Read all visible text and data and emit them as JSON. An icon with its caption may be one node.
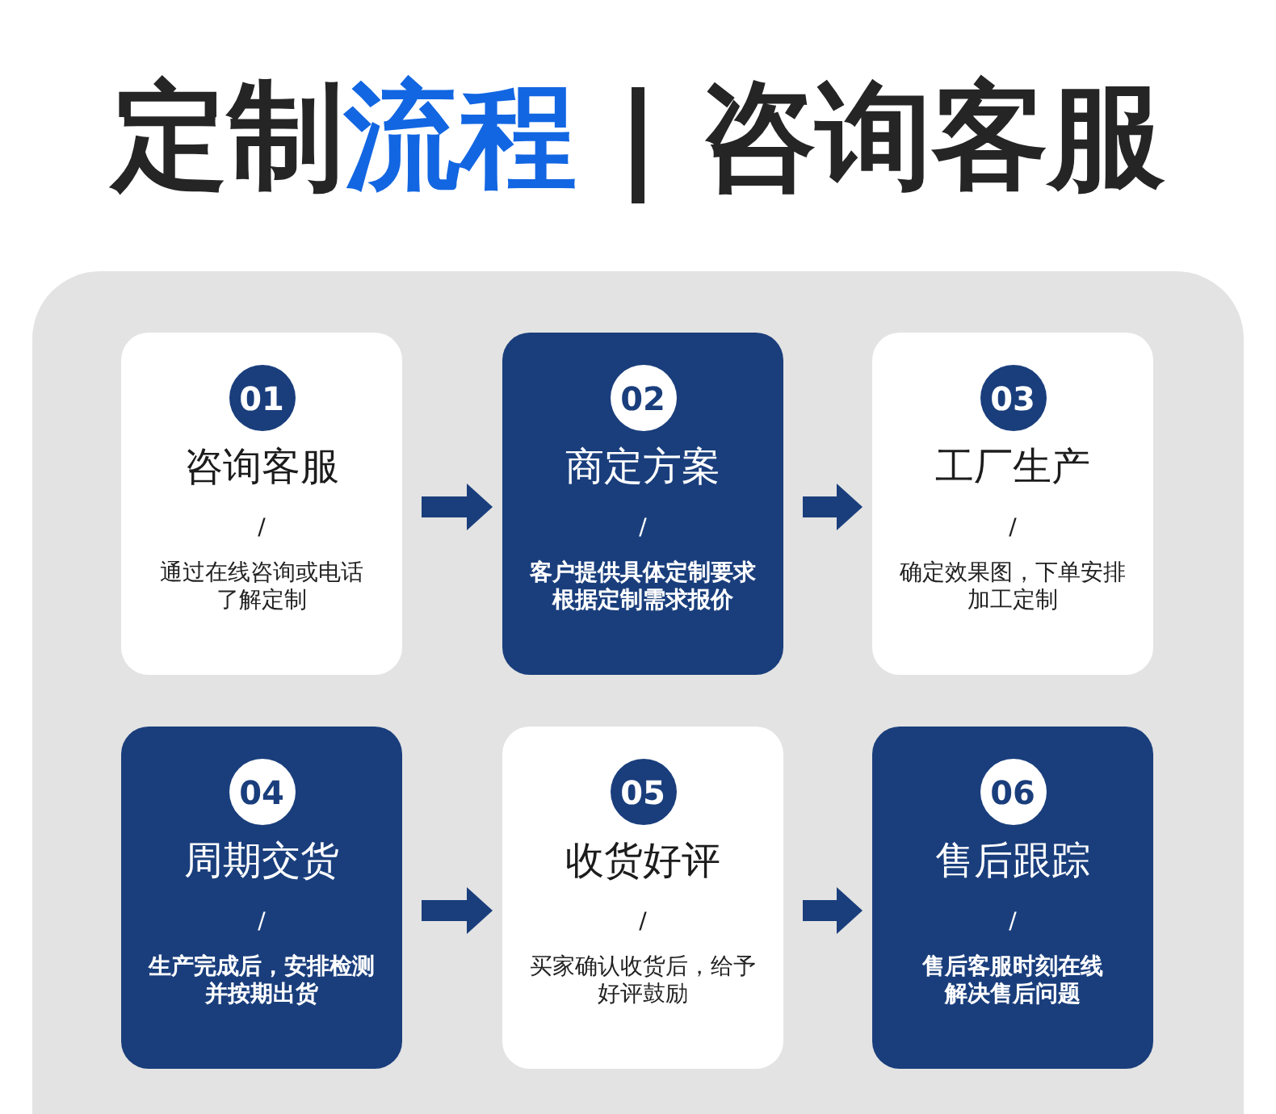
{
  "diagram": {
    "title": "定制**流程** | 咨询客服",
    "nodes": [
      {
        "text": [
          "咨询客服",
          "/",
          "通过在线咨询或电话了解定制"
        ]
      },
      {
        "text": [
          "01"
        ],
        "in": 0
      },
      {
        "text": [
          "商定方案",
          "/",
          "客户提供具体定制要求根据定制需求报价"
        ]
      },
      {
        "text": [
          "02"
        ],
        "in": 2
      },
      {
        "text": [
          "工厂生产",
          "/",
          "确定效果图，下单安排加工定制"
        ]
      },
      {
        "text": [
          "03"
        ],
        "in": 4
      },
      {
        "text": [
          "周期交货",
          "/",
          "生产完成后，安排检测并按期出货"
        ]
      },
      {
        "text": [
          "04"
        ],
        "in": 6
      },
      {
        "text": [
          "收货好评",
          "/",
          "买家确认收货后，给予好评鼓励"
        ]
      },
      {
        "text": [
          "05"
        ],
        "in": 8
      },
      {
        "text": [
          "售后跟踪",
          "/",
          "售后客服时刻在线解决售后问题"
        ]
      },
      {
        "text": [
          "06"
        ],
        "in": 10
      }
    ],
    "edges": [
      {
        "from": 0,
        "to": 2,
        "arrow": "to"
      },
      {
        "from": 2,
        "to": 4,
        "arrow": "to"
      },
      {
        "from": 6,
        "to": 8,
        "arrow": "to"
      },
      {
        "from": 8,
        "to": 10,
        "arrow": "to"
      }
    ]
  }
}
